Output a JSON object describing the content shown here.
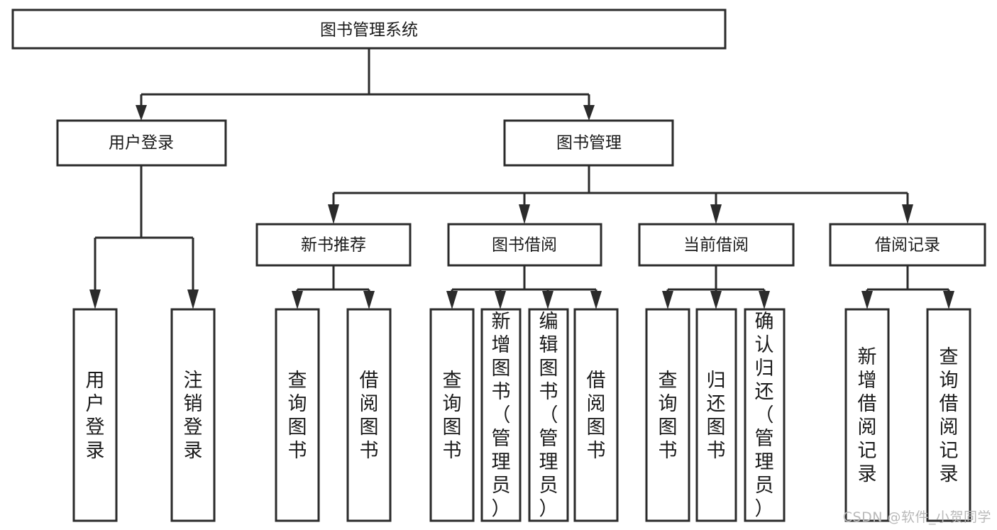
{
  "diagram": {
    "title": "图书管理系统",
    "type": "tree-hierarchy",
    "watermark": "CSDN @软件_小贺同学",
    "colors": {
      "stroke": "#2b2b2b",
      "fill": "#ffffff",
      "text": "#1a1a1a",
      "watermark": "#b9b9b9"
    },
    "levels": {
      "root": "图书管理系统",
      "level2": [
        "用户登录",
        "图书管理"
      ],
      "level3": [
        "新书推荐",
        "图书借阅",
        "当前借阅",
        "借阅记录"
      ]
    },
    "nodes": {
      "root": {
        "label": "图书管理系统",
        "orientation": "horizontal"
      },
      "n_user_login": {
        "label": "用户登录",
        "orientation": "horizontal"
      },
      "n_book_manage": {
        "label": "图书管理",
        "orientation": "horizontal"
      },
      "n_new_book": {
        "label": "新书推荐",
        "orientation": "horizontal"
      },
      "n_borrow": {
        "label": "图书借阅",
        "orientation": "horizontal"
      },
      "n_current": {
        "label": "当前借阅",
        "orientation": "horizontal"
      },
      "n_record": {
        "label": "借阅记录",
        "orientation": "horizontal"
      },
      "l_user_login": {
        "label": "用户登录",
        "orientation": "vertical"
      },
      "l_user_logout": {
        "label": "注销登录",
        "orientation": "vertical"
      },
      "l_query_book_1": {
        "label": "查询图书",
        "orientation": "vertical"
      },
      "l_borrow_book_1": {
        "label": "借阅图书",
        "orientation": "vertical"
      },
      "l_query_book_2": {
        "label": "查询图书",
        "orientation": "vertical"
      },
      "l_add_book": {
        "label": "新增图书（管理员）",
        "orientation": "vertical"
      },
      "l_edit_book": {
        "label": "编辑图书（管理员）",
        "orientation": "vertical"
      },
      "l_borrow_book_2": {
        "label": "借阅图书",
        "orientation": "vertical"
      },
      "l_query_book_3": {
        "label": "查询图书",
        "orientation": "vertical"
      },
      "l_return_book": {
        "label": "归还图书",
        "orientation": "vertical"
      },
      "l_confirm_return": {
        "label": "确认归还（管理员）",
        "orientation": "vertical"
      },
      "l_add_record": {
        "label": "新增借阅记录",
        "orientation": "vertical"
      },
      "l_query_record": {
        "label": "查询借阅记录",
        "orientation": "vertical"
      }
    },
    "edges": [
      {
        "from": "root",
        "to": "n_user_login"
      },
      {
        "from": "root",
        "to": "n_book_manage"
      },
      {
        "from": "n_user_login",
        "to": "l_user_login"
      },
      {
        "from": "n_user_login",
        "to": "l_user_logout"
      },
      {
        "from": "n_book_manage",
        "to": "n_new_book"
      },
      {
        "from": "n_book_manage",
        "to": "n_borrow"
      },
      {
        "from": "n_book_manage",
        "to": "n_current"
      },
      {
        "from": "n_book_manage",
        "to": "n_record"
      },
      {
        "from": "n_new_book",
        "to": "l_query_book_1"
      },
      {
        "from": "n_new_book",
        "to": "l_borrow_book_1"
      },
      {
        "from": "n_borrow",
        "to": "l_query_book_2"
      },
      {
        "from": "n_borrow",
        "to": "l_add_book"
      },
      {
        "from": "n_borrow",
        "to": "l_edit_book"
      },
      {
        "from": "n_borrow",
        "to": "l_borrow_book_2"
      },
      {
        "from": "n_current",
        "to": "l_query_book_3"
      },
      {
        "from": "n_current",
        "to": "l_return_book"
      },
      {
        "from": "n_current",
        "to": "l_confirm_return"
      },
      {
        "from": "n_record",
        "to": "l_add_record"
      },
      {
        "from": "n_record",
        "to": "l_query_record"
      }
    ]
  }
}
